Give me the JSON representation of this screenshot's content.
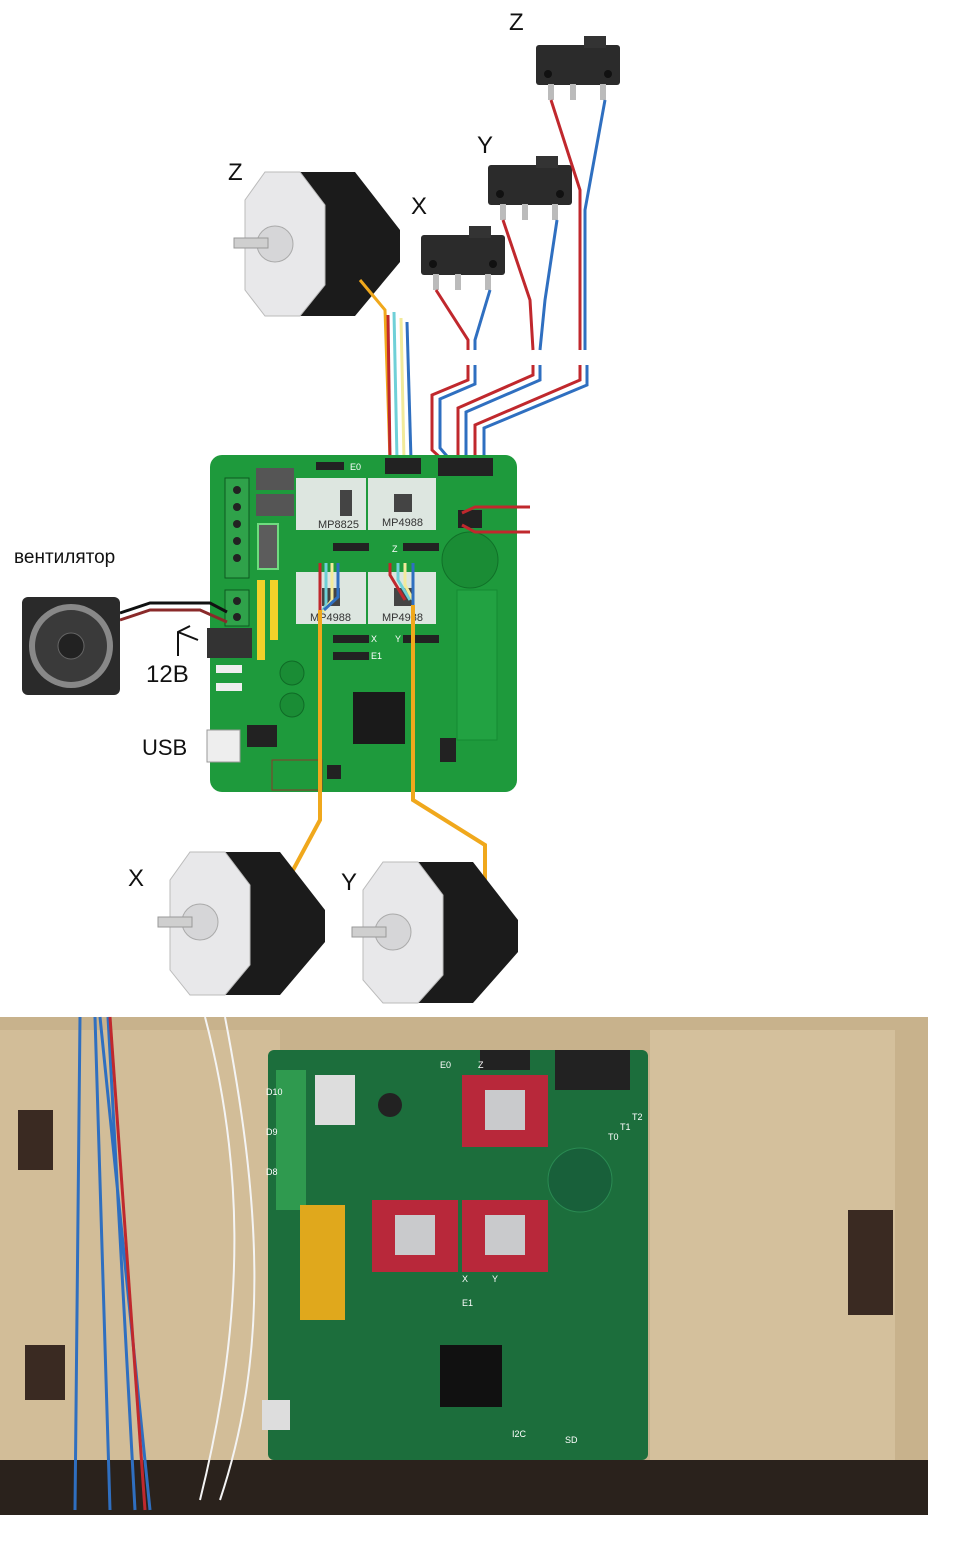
{
  "diagram": {
    "endstops": [
      {
        "label": "Z"
      },
      {
        "label": "Y"
      },
      {
        "label": "X"
      }
    ],
    "motors": {
      "z_label": "Z",
      "x_label": "X",
      "y_label": "Y"
    },
    "fan_label": "вентилятор",
    "power_label": "12В",
    "usb_label": "USB",
    "board": {
      "drivers": [
        "MP8825",
        "MP4988",
        "MP4988",
        "MP4988"
      ],
      "headers": [
        "E0",
        "Z",
        "X",
        "Y",
        "E1"
      ]
    },
    "colors": {
      "board": "#1e9a3c",
      "wire_orange": "#f0a81c",
      "wire_red": "#c0282d",
      "wire_blue": "#2f6fc0",
      "wire_cyan": "#6fd0d8",
      "wire_yellow": "#f2ea9a"
    }
  },
  "photo": {
    "silkscreen": [
      "E0",
      "Z",
      "X",
      "Y",
      "E1",
      "T0",
      "T1",
      "T2",
      "D10",
      "D9",
      "D8",
      "I2C",
      "SD"
    ]
  }
}
